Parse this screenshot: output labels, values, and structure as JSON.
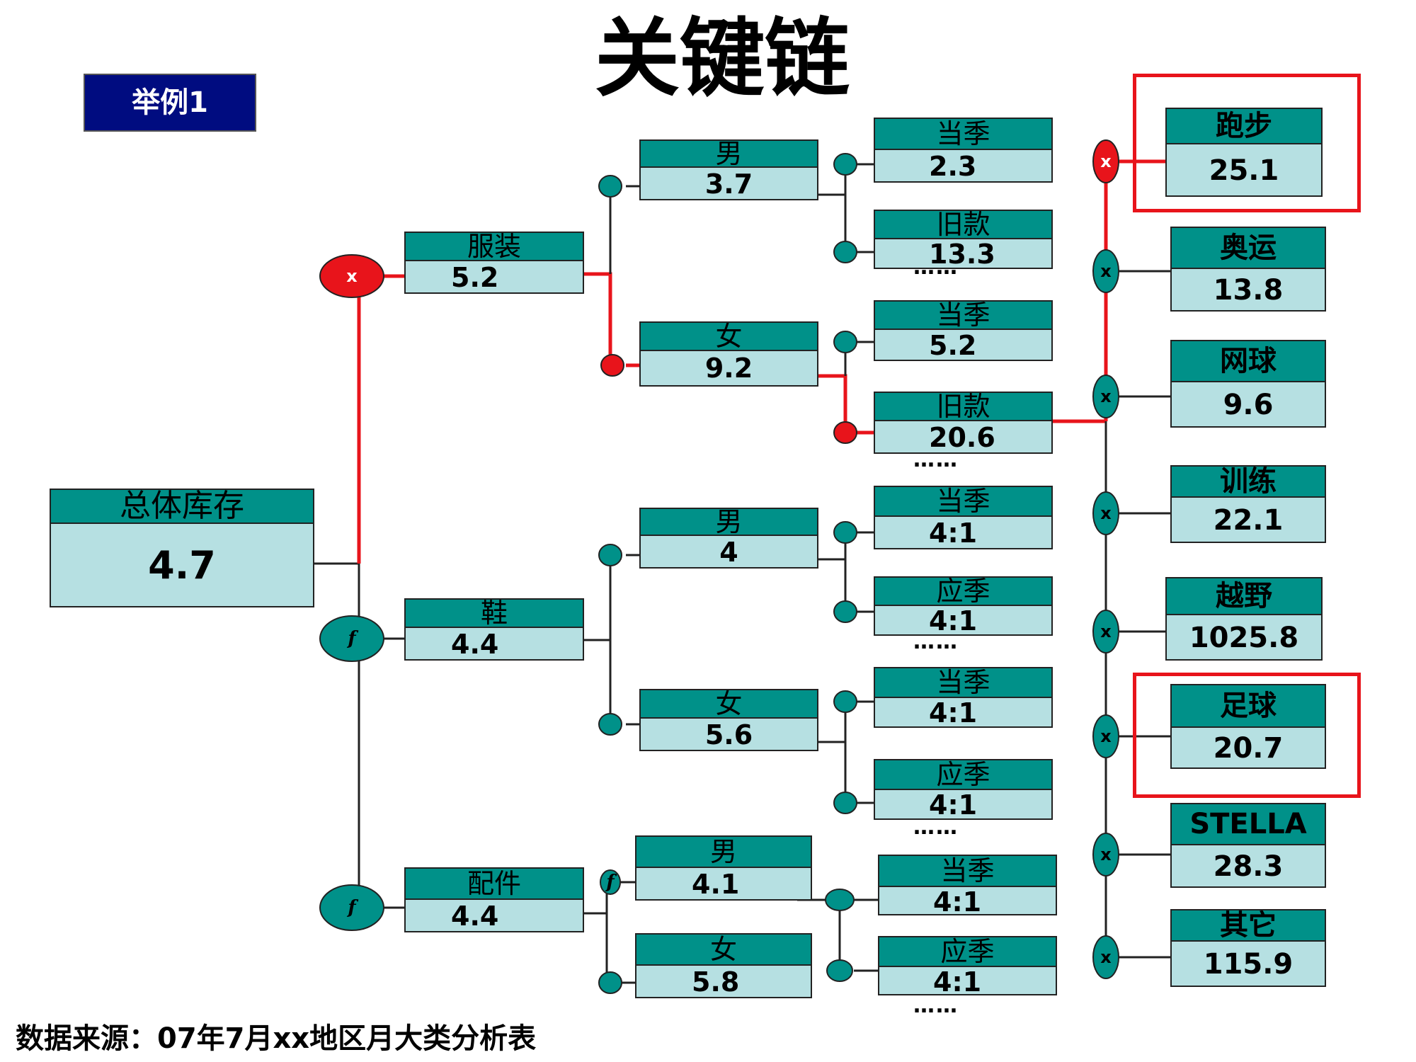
{
  "title": "关键链",
  "tag": "举例1",
  "source": "数据来源：07年7月xx地区月大类分析表",
  "root": {
    "name": "总体库存",
    "value": "4.7"
  },
  "level1": [
    {
      "name": "服装",
      "value": "5.2"
    },
    {
      "name": "鞋",
      "value": "4.4"
    },
    {
      "name": "配件",
      "value": "4.4"
    }
  ],
  "level2": [
    {
      "name": "男",
      "value": "3.7"
    },
    {
      "name": "女",
      "value": "9.2"
    },
    {
      "name": "男",
      "value": "4"
    },
    {
      "name": "女",
      "value": "5.6"
    },
    {
      "name": "男",
      "value": "4.1"
    },
    {
      "name": "女",
      "value": "5.8"
    }
  ],
  "level3": [
    {
      "name": "当季",
      "value": "2.3"
    },
    {
      "name": "旧款",
      "value": "13.3"
    },
    {
      "name": "当季",
      "value": "5.2"
    },
    {
      "name": "旧款",
      "value": "20.6"
    },
    {
      "name": "当季",
      "value": "4:1"
    },
    {
      "name": "应季",
      "value": "4:1"
    },
    {
      "name": "当季",
      "value": "4:1"
    },
    {
      "name": "应季",
      "value": "4:1"
    },
    {
      "name": "当季",
      "value": "4:1"
    },
    {
      "name": "应季",
      "value": "4:1"
    }
  ],
  "level4": [
    {
      "name": "跑步",
      "value": "25.1"
    },
    {
      "name": "奥运",
      "value": "13.8"
    },
    {
      "name": "网球",
      "value": "9.6"
    },
    {
      "name": "训练",
      "value": "22.1"
    },
    {
      "name": "越野",
      "value": "1025.8"
    },
    {
      "name": "足球",
      "value": "20.7"
    },
    {
      "name": "STELLA",
      "value": "28.3"
    },
    {
      "name": "其它",
      "value": "115.9"
    }
  ],
  "operators": {
    "multiply": "x",
    "function": "f"
  },
  "ellipsis": "……",
  "colors": {
    "header": "#009189",
    "body": "#b6e0e2",
    "highlight": "#e8141b",
    "tag": "#000c80"
  }
}
